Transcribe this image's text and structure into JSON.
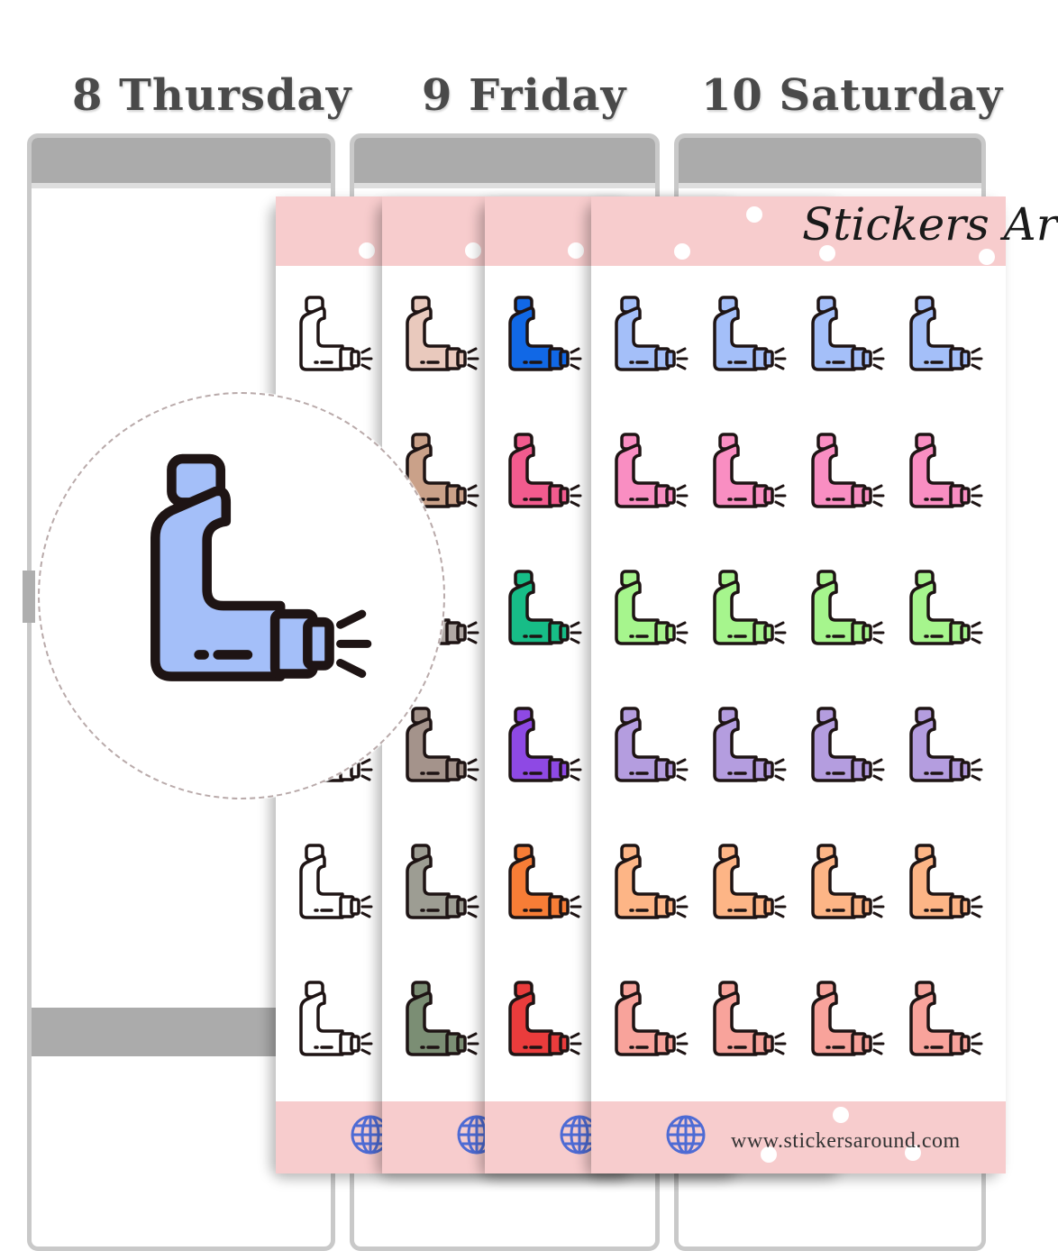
{
  "days": [
    {
      "label": "8 Thursday"
    },
    {
      "label": "9 Friday"
    },
    {
      "label": "10 Saturday"
    }
  ],
  "sheet": {
    "brand": "Stickers Ar",
    "url": "www.stickersaround.com"
  },
  "sticker_colors": {
    "sheet1": [
      "#ffffff",
      "#ffffff",
      "#ffffff",
      "#ffffff",
      "#ffffff",
      "#ffffff"
    ],
    "sheet2": [
      "#e9c9bd",
      "#caa189",
      "#b0a8a4",
      "#a4938b",
      "#9d9d93",
      "#7b8e74"
    ],
    "sheet3": [
      "#1168e6",
      "#f25b8e",
      "#17bd87",
      "#8e49e4",
      "#f77d36",
      "#ea3c3c"
    ],
    "sheet4": [
      "#a4bff9",
      "#f98ec2",
      "#a6f58d",
      "#b49ddf",
      "#fdb586",
      "#f8a39b"
    ]
  },
  "zoom_color": "#a4bff9",
  "icon_name": "inhaler-icon"
}
